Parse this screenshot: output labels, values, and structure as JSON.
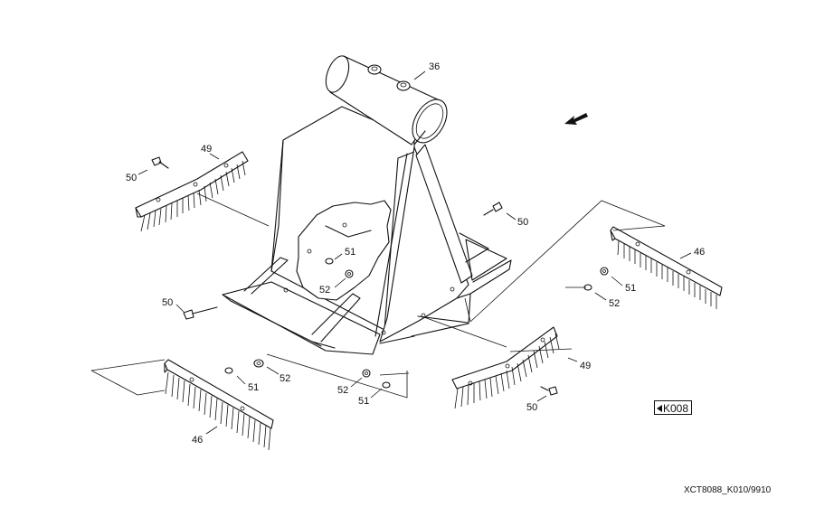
{
  "callouts": {
    "c36": "36",
    "c49a": "49",
    "c49b": "49",
    "c50a": "50",
    "c50b": "50",
    "c50c": "50",
    "c50d": "50",
    "c51a": "51",
    "c51b": "51",
    "c51c": "51",
    "c51d": "51",
    "c52a": "52",
    "c52b": "52",
    "c52c": "52",
    "c52d": "52",
    "c46a": "46",
    "c46b": "46"
  },
  "reference_box": {
    "label": "K008",
    "icon": "left-triangle-icon"
  },
  "drawing_code": "XCT8088_K010/9910",
  "direction_arrow": {
    "icon": "direction-arrow-icon"
  }
}
